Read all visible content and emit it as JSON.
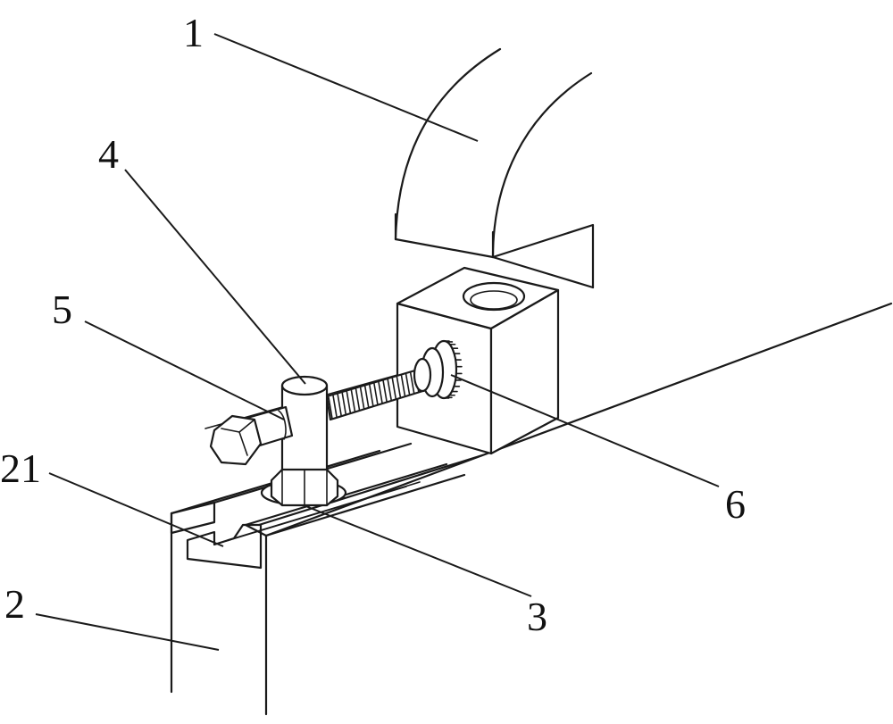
{
  "labels": {
    "part_1": "1",
    "part_2": "2",
    "part_3": "3",
    "part_4": "4",
    "part_5": "5",
    "part_6": "6",
    "part_21": "21"
  }
}
